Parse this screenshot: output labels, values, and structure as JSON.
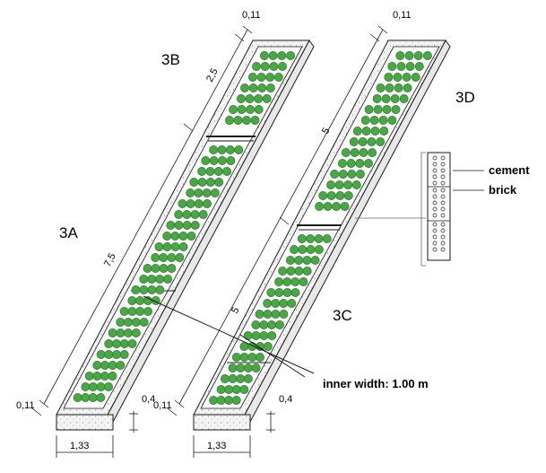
{
  "labels": {
    "cells": {
      "a": "3A",
      "b": "3B",
      "c": "3C",
      "d": "3D"
    },
    "legend": {
      "cement": "cement",
      "brick": "brick"
    },
    "annotation": "inner width: 1.00 m"
  },
  "dimensions": {
    "left_bed": {
      "wall_top": "0,11",
      "wall_bottom": "0,11",
      "length_upper": "2,5",
      "length_lower": "7,5",
      "height": "0,4",
      "outer_width": "1,33"
    },
    "right_bed": {
      "wall_top": "0,11",
      "wall_bottom": "0,11",
      "length_upper": "5",
      "length_lower": "5",
      "height": "0,4",
      "outer_width": "1,33"
    }
  },
  "colors": {
    "plant": "#4aa646",
    "plant_edge": "#2c7a2a",
    "gravel": "#f2f2f2",
    "line": "#1a1a1a"
  }
}
